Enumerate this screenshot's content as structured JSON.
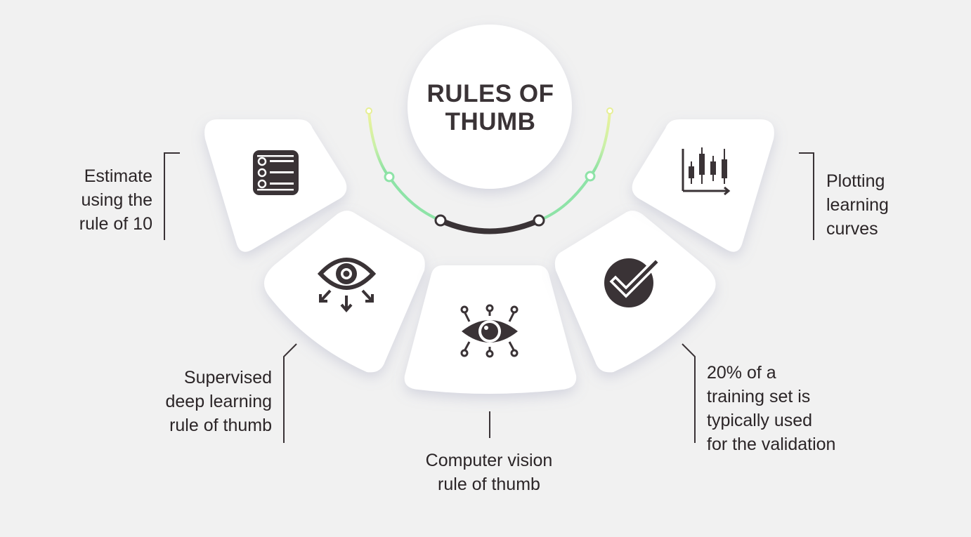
{
  "title": {
    "line1": "RULES OF",
    "line2": "THUMB"
  },
  "items": [
    {
      "id": "estimate",
      "lines": [
        "Estimate",
        "using the",
        "rule of 10"
      ],
      "icon": "list-icon"
    },
    {
      "id": "supervised",
      "lines": [
        "Supervised",
        "deep learning",
        "rule of thumb"
      ],
      "icon": "eye-arrows-icon"
    },
    {
      "id": "cv",
      "lines": [
        "Computer vision",
        "rule of thumb"
      ],
      "icon": "circuit-eye-icon"
    },
    {
      "id": "split",
      "lines": [
        "20% of a",
        "training set is",
        "typically used",
        "for the validation"
      ],
      "icon": "check-circle-icon"
    },
    {
      "id": "plot",
      "lines": [
        "Plotting",
        "learning",
        "curves"
      ],
      "icon": "candlestick-chart-icon"
    }
  ],
  "colors": {
    "background": "#f1f1f1",
    "card": "#ffffff",
    "icon": "#3a3336",
    "arc_dark": "#3a3336",
    "arc_green": "#8ee3a7",
    "arc_yellow": "#e7ef95"
  }
}
